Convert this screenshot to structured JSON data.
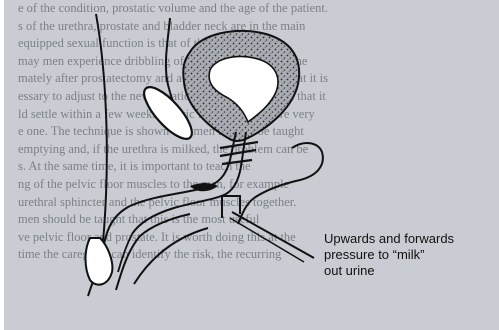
{
  "caption": {
    "lines": [
      "Upwards and forwards",
      "pressure to “milk”",
      "out urine"
    ]
  },
  "background_text": {
    "lines": [
      "e of the condition, prostatic volume and the age of the patient.",
      "s of the urethra, prostate and bladder neck are in the main",
      "equipped sexual function is that of the sphincter and",
      "may men experience dribbling of urine after emptying the",
      "mately after prostatectomy and a number of men find that it is",
      "essary to adjust to the new situation after operation and that it",
      "ld settle within a few weeks. Pelvic floor exercises are very",
      "e one. The technique is shown and men need to be taught",
      "emptying and, if the urethra is milked, the problem can be",
      "s. At the same time, it is important to teach the",
      "ng of the pelvic floor muscles to the men, for example",
      "urethral sphincter and the pelvic floor muscles together.",
      "men should be taught that this is the most useful",
      "ve pelvic floor and prostate. It is worth doing this at the",
      "time the caregiver can identify the risk, the recurring"
    ]
  }
}
